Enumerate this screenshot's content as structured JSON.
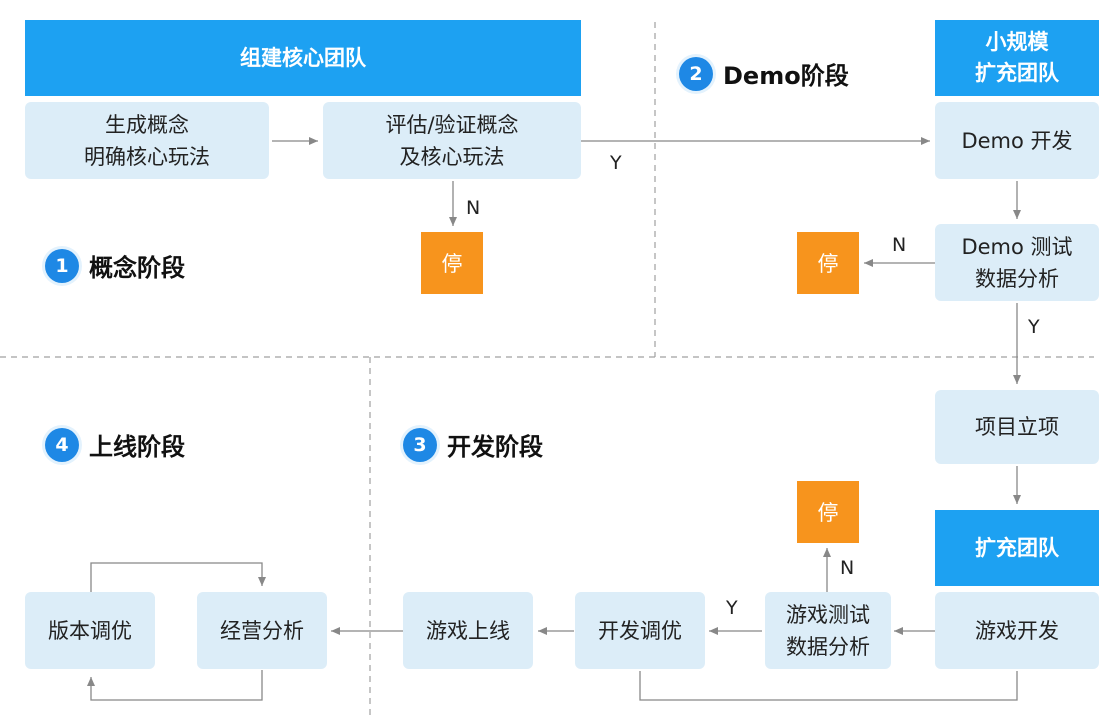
{
  "header": {
    "core_team": "组建核心团队"
  },
  "stages": {
    "concept": {
      "num": "1",
      "title": "概念阶段"
    },
    "demo": {
      "num": "2",
      "title": "Demo阶段"
    },
    "dev": {
      "num": "3",
      "title": "开发阶段"
    },
    "launch": {
      "num": "4",
      "title": "上线阶段"
    }
  },
  "teams": {
    "small_l1": "小规模",
    "small_l2": "扩充团队",
    "expand": "扩充团队"
  },
  "nodes": {
    "gen_l1": "生成概念",
    "gen_l2": "明确核心玩法",
    "eval_l1": "评估/验证概念",
    "eval_l2": "及核心玩法",
    "demo_dev": "Demo 开发",
    "demo_test_l1": "Demo 测试",
    "demo_test_l2": "数据分析",
    "approval": "项目立项",
    "game_dev": "游戏开发",
    "game_test_l1": "游戏测试",
    "game_test_l2": "数据分析",
    "dev_tune": "开发调优",
    "game_launch": "游戏上线",
    "ops_analysis": "经营分析",
    "version_tune": "版本调优"
  },
  "stop": "停",
  "labels": {
    "yes": "Y",
    "no": "N"
  },
  "colors": {
    "accent": "#1da1f2",
    "node_bg": "#dcedf8",
    "stop": "#f7941d",
    "line": "#888888",
    "divider": "#999999"
  }
}
